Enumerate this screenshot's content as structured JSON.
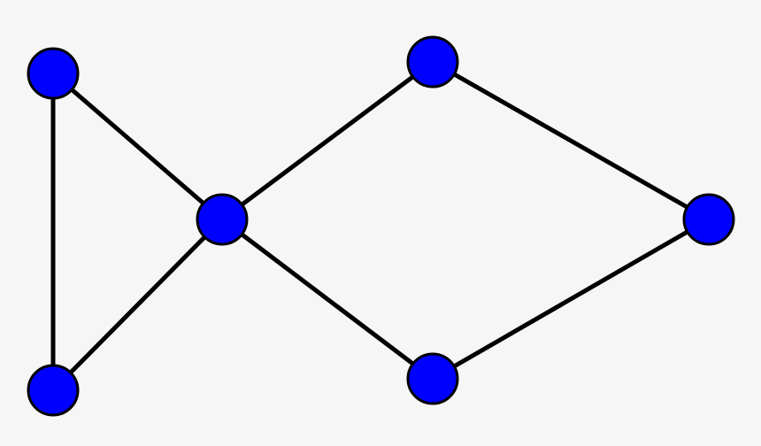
{
  "graph": {
    "nodes": [
      {
        "id": "n1",
        "name": "node-left-top"
      },
      {
        "id": "n2",
        "name": "node-left-bottom"
      },
      {
        "id": "n3",
        "name": "node-center"
      },
      {
        "id": "n4",
        "name": "node-top-right"
      },
      {
        "id": "n5",
        "name": "node-bottom-right"
      },
      {
        "id": "n6",
        "name": "node-far-right"
      }
    ],
    "edges": [
      [
        "n1",
        "n2"
      ],
      [
        "n1",
        "n3"
      ],
      [
        "n2",
        "n3"
      ],
      [
        "n3",
        "n4"
      ],
      [
        "n3",
        "n5"
      ],
      [
        "n4",
        "n6"
      ],
      [
        "n5",
        "n6"
      ]
    ]
  },
  "style": {
    "background": "#f6f6f6",
    "node_fill": "#0000ff",
    "node_stroke": "#000000",
    "edge_color": "#000000"
  }
}
